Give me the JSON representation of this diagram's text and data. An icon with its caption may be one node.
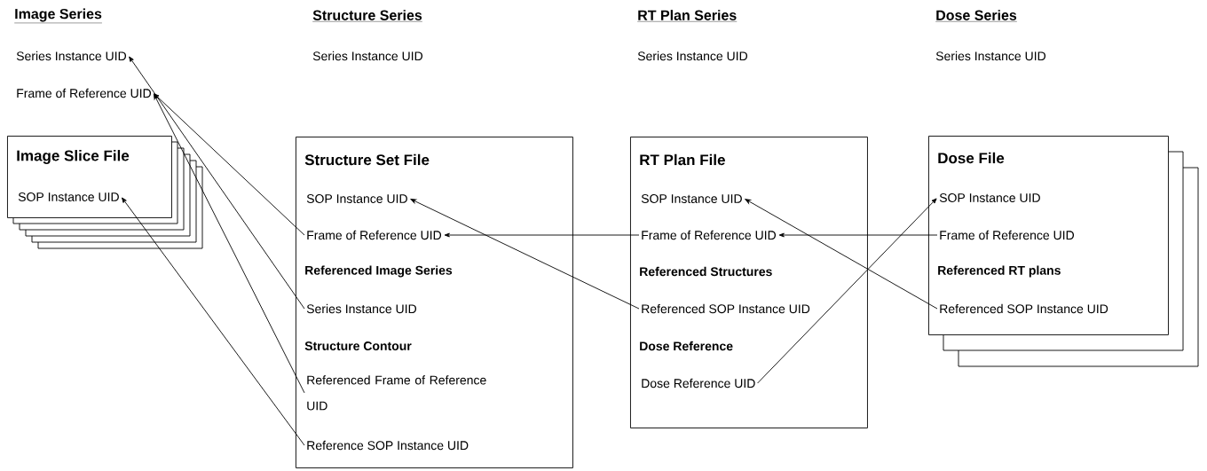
{
  "diagram": {
    "nodes": [
      {
        "text": [
          "Series Instance UID"
        ]
      },
      {
        "text": [
          "Frame of Reference UID"
        ]
      },
      {
        "text": [
          "Image Slice File"
        ]
      },
      {
        "text": [
          "SOP Instance UID"
        ],
        "in": 2
      },
      {
        "text": [
          "Structure Set File",
          "Referenced Image Series",
          "Structure Contour"
        ]
      },
      {
        "text": [
          "SOP Instance UID"
        ],
        "in": 4
      },
      {
        "text": [
          "Frame of Reference UID"
        ],
        "in": 4
      },
      {
        "text": [
          "Series Instance UID"
        ],
        "in": 4
      },
      {
        "text": [
          "Referenced Frame of Reference UID"
        ],
        "in": 4
      },
      {
        "text": [
          "Reference SOP Instance UID"
        ],
        "in": 4
      },
      {
        "text": [
          "RT Plan File",
          "Referenced Structures",
          "Dose Reference"
        ]
      },
      {
        "text": [
          "SOP Instance UID"
        ],
        "in": 10
      },
      {
        "text": [
          "Frame of Reference UID"
        ],
        "in": 10
      },
      {
        "text": [
          "Referenced SOP Instance UID"
        ],
        "in": 10
      },
      {
        "text": [
          "Dose Reference UID"
        ],
        "in": 10
      },
      {
        "text": [
          "Dose File",
          "Referenced RT plans"
        ]
      },
      {
        "text": [
          "SOP Instance UID"
        ],
        "in": 15
      },
      {
        "text": [
          "Frame of Reference UID"
        ],
        "in": 15
      },
      {
        "text": [
          "Referenced SOP Instance UID"
        ],
        "in": 15
      }
    ],
    "edges": [
      {
        "from": 6,
        "to": 1,
        "arrow": "to"
      },
      {
        "from": 7,
        "to": 0,
        "arrow": "to"
      },
      {
        "from": 8,
        "to": 1,
        "arrow": "to"
      },
      {
        "from": 9,
        "to": 3,
        "arrow": "to"
      },
      {
        "from": 12,
        "to": 6,
        "arrow": "to"
      },
      {
        "from": 13,
        "to": 5,
        "arrow": "to"
      },
      {
        "from": 17,
        "to": 12,
        "arrow": "to"
      },
      {
        "from": 18,
        "to": 11,
        "arrow": "to"
      },
      {
        "from": 14,
        "to": 16,
        "arrow": "to"
      }
    ],
    "labels": [
      "Image Series",
      "Structure Series",
      "RT Plan Series",
      "Dose Series",
      "Series Instance UID",
      "Series Instance UID",
      "Series Instance UID"
    ]
  }
}
